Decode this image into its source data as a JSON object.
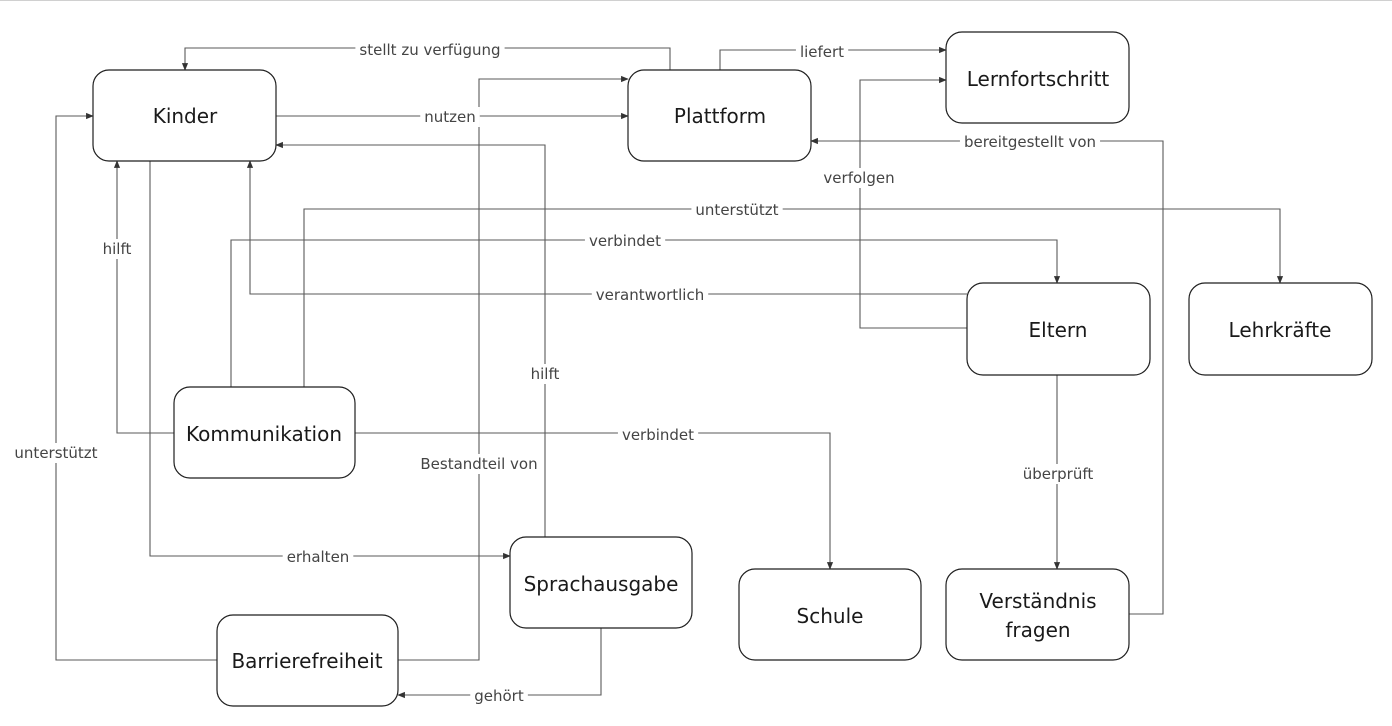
{
  "nodes": {
    "kinder": "Kinder",
    "plattform": "Plattform",
    "lernfortschritt": "Lernfortschritt",
    "eltern": "Eltern",
    "lehrkraefte": "Lehrkräfte",
    "kommunikation": "Kommunikation",
    "sprachausgabe": "Sprachausgabe",
    "schule": "Schule",
    "verstaendnis_line1": "Verständnis",
    "verstaendnis_line2": "fragen",
    "barrierefreiheit": "Barrierefreiheit"
  },
  "edges": {
    "stellt_zu_verfuegung": "stellt zu verfügung",
    "liefert": "liefert",
    "nutzen": "nutzen",
    "bereitgestellt_von": "bereitgestellt von",
    "verfolgen": "verfolgen",
    "unterstuetzt_top": "unterstützt",
    "verbindet_top": "verbindet",
    "verantwortlich": "verantwortlich",
    "hilft_left": "hilft",
    "hilft_mid": "hilft",
    "verbindet_schule": "verbindet",
    "unterstuetzt_left": "unterstützt",
    "bestandteil_von": "Bestandteil von",
    "ueberprueft": "überprüft",
    "erhalten": "erhalten",
    "gehoert": "gehört"
  }
}
